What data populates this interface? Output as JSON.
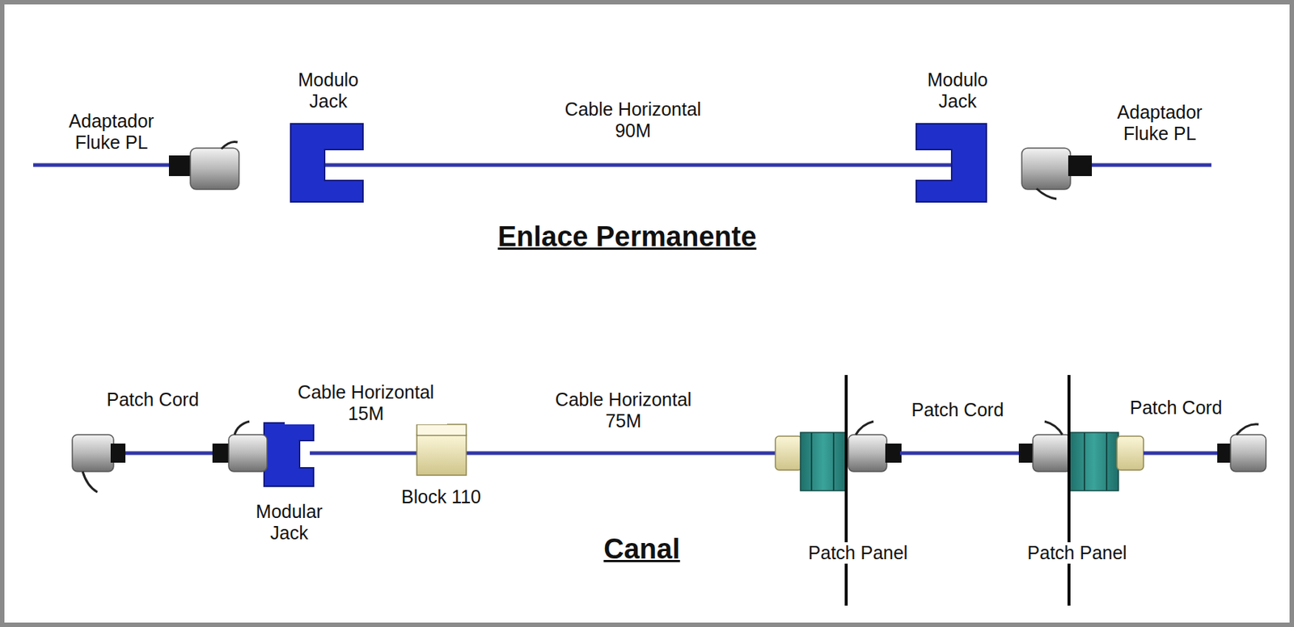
{
  "diagram": {
    "labels": [
      "Adaptador Fluke PL",
      "Modulo Jack",
      "Cable Horizontal 90M",
      "Modulo Jack",
      "Adaptador Fluke PL",
      "Enlace Permanente",
      "Patch Cord",
      "Cable Horizontal 15M",
      "Cable Horizontal 75M",
      "Patch Cord",
      "Patch Cord",
      "Block 110",
      "Modular Jack",
      "Canal",
      "Patch Panel",
      "Patch Panel"
    ]
  }
}
